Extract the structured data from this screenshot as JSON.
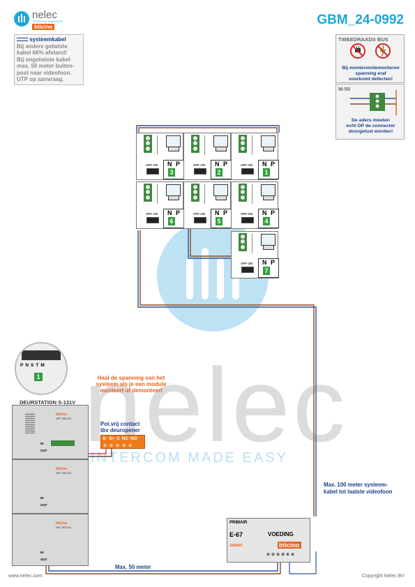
{
  "header": {
    "brand": "nelec",
    "brand_tagline": "INTERCOM MADE EASY",
    "partner_brand": "bticino",
    "doc_id": "GBM_24-0992"
  },
  "cable_note": {
    "title": "systeemkabel",
    "lines": [
      "Bij andere getwiste",
      "kabel 66% afstand!",
      "Bij ongetwiste kabel",
      "max. 50 meter buiten-",
      "post naar videofoon.",
      "UTP op aanvraag."
    ]
  },
  "bus_box": {
    "title": "TWEEDRAADS BUS",
    "note_lines": [
      "Bij monteren/demonteren",
      "spanning eraf",
      "voorkomt defecten!"
    ]
  },
  "m50_box": {
    "title": "M-50",
    "note_lines": [
      "De aders moeten",
      "echt OP de connector",
      "doorgelust worden!"
    ]
  },
  "videophones": [
    {
      "addr": "3"
    },
    {
      "addr": "2"
    },
    {
      "addr": "1"
    },
    {
      "addr": "6"
    },
    {
      "addr": "5"
    },
    {
      "addr": "4"
    },
    {
      "addr": "7"
    }
  ],
  "unit_labels": {
    "offon": "OFF ON",
    "n": "N",
    "p": "P"
  },
  "door_station": {
    "label": "DEURSTATION S-131V",
    "warning_lines": [
      "Haal de spanning van het",
      "systeem als je een module",
      "monteert of demonteert"
    ],
    "zoom_labels": [
      "P",
      "N",
      "S",
      "T",
      "M"
    ],
    "zoom_addr": "1",
    "module_brand": "bticino",
    "module_code": "ART.352100",
    "in_label": "IN",
    "out_label": "OUT"
  },
  "relay": {
    "title_lines": [
      "Pot.vrij contact",
      "tbv deuropener"
    ],
    "terminals": [
      "S-",
      "S+",
      "C",
      "NC",
      "NO"
    ]
  },
  "power_supply": {
    "primary": "PRIMAIR",
    "model": "E-67",
    "name": "VOEDING",
    "code": "346050",
    "brand": "bticino"
  },
  "cable_labels": {
    "max100": [
      "Max. 100 meter systeem-",
      "kabel tot laatste videofoon"
    ],
    "max50": "Max. 50 meter"
  },
  "watermark": {
    "text": "nelec",
    "tagline": "INTERCOM MADE EASY"
  },
  "footer": {
    "website": "www.nelec.com",
    "copyright": "Copyright Nelec BV"
  },
  "colors": {
    "brand_blue": "#1ea6d8",
    "wire_brown": "#8b4a1c",
    "wire_blue": "#2a4f9e",
    "accent_orange": "#e8621c",
    "terminal_green": "#3f8a3f"
  }
}
